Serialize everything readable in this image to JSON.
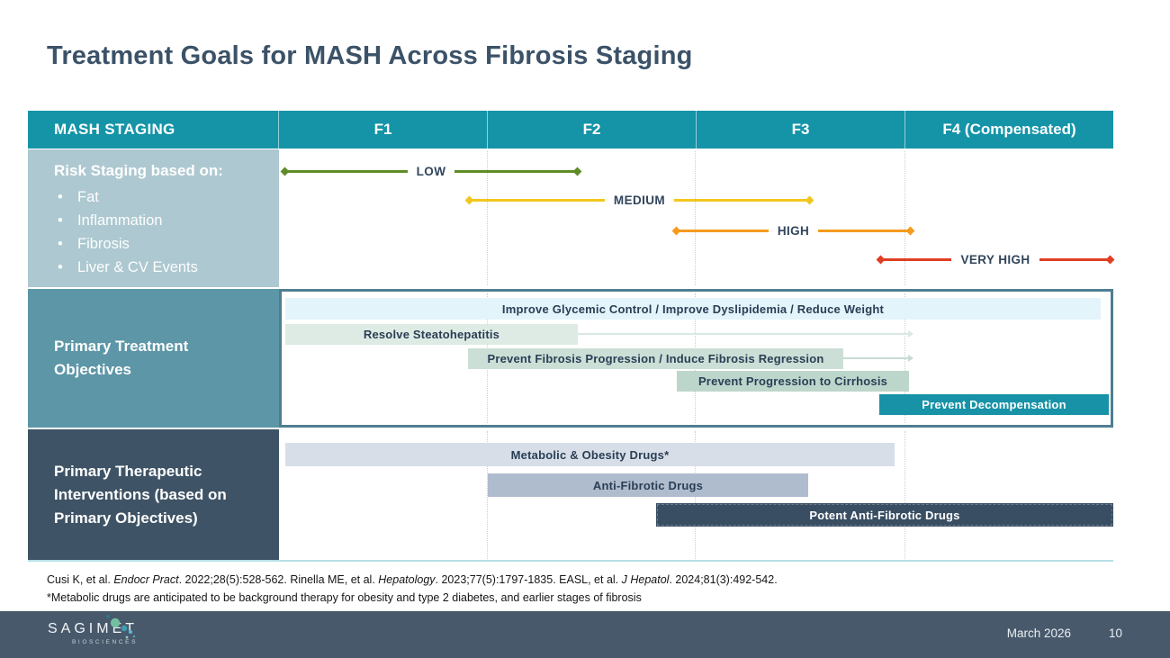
{
  "slide": {
    "title": "Treatment Goals for MASH Across Fibrosis Staging"
  },
  "table": {
    "header": {
      "row_label": "MASH STAGING",
      "stages": [
        "F1",
        "F2",
        "F3",
        "F4 (Compensated)"
      ]
    },
    "risk_row": {
      "label": "Risk Staging based on:",
      "bullets": [
        "Fat",
        "Inflammation",
        "Fibrosis",
        "Liver & CV Events"
      ],
      "arrows": [
        {
          "label": "LOW",
          "color": "#5F8C28",
          "span": "F1 to early F2"
        },
        {
          "label": "MEDIUM",
          "color": "#F2C71D",
          "span": "late F1 to mid F3"
        },
        {
          "label": "HIGH",
          "color": "#F59B1E",
          "span": "late F2 to start of F4"
        },
        {
          "label": "VERY HIGH",
          "color": "#DF3F23",
          "span": "late F3 to F4"
        }
      ]
    },
    "objectives_row": {
      "label": "Primary Treatment Objectives",
      "bars": [
        {
          "label": "Improve Glycemic Control / Improve Dyslipidemia / Reduce Weight",
          "color": "#E3F4FB",
          "text_color": "#2A3E55",
          "span": "F1 to F4"
        },
        {
          "label": "Resolve Steatohepatitis",
          "color": "#DEEBE4",
          "text_color": "#2A3E55",
          "span": "F1 to early F2, arrow to F3/F4 boundary"
        },
        {
          "label": "Prevent Fibrosis Progression / Induce Fibrosis Regression",
          "color": "#CBDFD6",
          "text_color": "#2A3E55",
          "span": "F2 to mid F3, arrow to F3/F4 boundary"
        },
        {
          "label": "Prevent Progression to Cirrhosis",
          "color": "#BDD6CB",
          "text_color": "#2A3E55",
          "span": "late F2 to end of F3"
        },
        {
          "label": "Prevent Decompensation",
          "color": "#1792A6",
          "text_color": "#FFFFFF",
          "span": "late F3 to F4"
        }
      ]
    },
    "interventions_row": {
      "label": "Primary Therapeutic Interventions (based on Primary Objectives)",
      "bars": [
        {
          "label": "Metabolic & Obesity Drugs*",
          "color": "#D7DEE7",
          "text_color": "#2A3E55",
          "span": "F1 to end of F3"
        },
        {
          "label": "Anti-Fibrotic Drugs",
          "color": "#AFBCCE",
          "text_color": "#2A3E55",
          "span": "F2 to mid F3"
        },
        {
          "label": "Potent Anti-Fibrotic Drugs",
          "color": "#394E63",
          "text_color": "#FFFFFF",
          "span": "late F2 to F4"
        }
      ]
    }
  },
  "footnotes": {
    "refs": [
      {
        "pre": "Cusi K, et al. ",
        "journal": "Endocr Pract",
        "post": ". 2022;28(5):528-562. "
      },
      {
        "pre": "Rinella ME, et al. ",
        "journal": "Hepatology",
        "post": ". 2023;77(5):1797-1835. "
      },
      {
        "pre": "EASL, et al. ",
        "journal": "J Hepatol",
        "post": ". 2024;81(3):492-542."
      }
    ],
    "note": "*Metabolic drugs are anticipated to be background therapy for obesity and type 2 diabetes, and earlier stages of fibrosis"
  },
  "footer": {
    "brand": "SAGIMET",
    "brand_sub": "BIOSCIENCES",
    "date": "March 2026",
    "page": "10"
  },
  "colors": {
    "header_teal": "#1594A8",
    "risk_cell": "#ADC8D0",
    "objectives_cell": "#5D96A7",
    "interventions_cell": "#3E5365",
    "objectives_box_border": "#4F7E91",
    "footer_bar": "#48596B",
    "title_text": "#3B5268"
  }
}
